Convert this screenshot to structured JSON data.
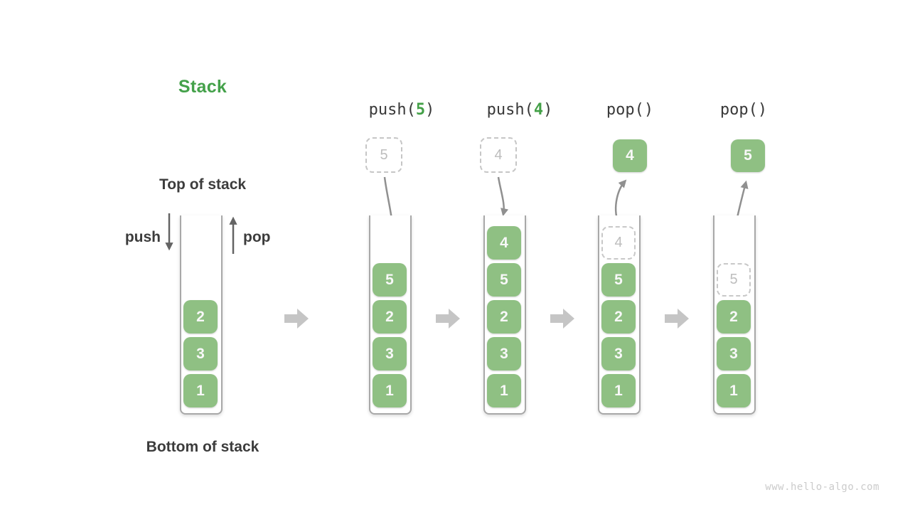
{
  "title": "Stack",
  "labels": {
    "top": "Top of stack",
    "bottom": "Bottom of stack",
    "push": "push",
    "pop": "pop"
  },
  "watermark": "www.hello-algo.com",
  "colors": {
    "item_green": "#8fc083",
    "accent_green": "#43a047",
    "dark_text": "#3c3c3c",
    "curve_arrow_gray": "#909090",
    "vertical_arrow_gray": "#646464",
    "block_arrow_gray": "#c5c5c5",
    "ghost_border": "#c8c8c8",
    "ghost_text": "#bdbdbd",
    "container_wall": "#a8a8a8"
  },
  "operations": [
    {
      "op": "push(",
      "arg": "5",
      "close": ")"
    },
    {
      "op": "push(",
      "arg": "4",
      "close": ")"
    },
    {
      "op": "pop(",
      "arg": "",
      "close": ")"
    },
    {
      "op": "pop(",
      "arg": "",
      "close": ")"
    }
  ],
  "columns": [
    {
      "name": "initial",
      "items": [
        {
          "v": "2"
        },
        {
          "v": "3"
        },
        {
          "v": "1"
        }
      ]
    },
    {
      "name": "after-push-5",
      "floating": {
        "style": "ghost",
        "v": "5"
      },
      "items": [
        {
          "v": "5"
        },
        {
          "v": "2"
        },
        {
          "v": "3"
        },
        {
          "v": "1"
        }
      ]
    },
    {
      "name": "after-push-4",
      "floating": {
        "style": "ghost",
        "v": "4"
      },
      "items": [
        {
          "v": "4"
        },
        {
          "v": "5"
        },
        {
          "v": "2"
        },
        {
          "v": "3"
        },
        {
          "v": "1"
        }
      ]
    },
    {
      "name": "after-pop-4",
      "floating": {
        "style": "popped",
        "v": "4"
      },
      "items": [
        {
          "v": "4",
          "ghost": true
        },
        {
          "v": "5"
        },
        {
          "v": "2"
        },
        {
          "v": "3"
        },
        {
          "v": "1"
        }
      ]
    },
    {
      "name": "after-pop-5",
      "floating": {
        "style": "popped",
        "v": "5"
      },
      "items": [
        {
          "v": "5",
          "ghost": true
        },
        {
          "v": "2"
        },
        {
          "v": "3"
        },
        {
          "v": "1"
        }
      ]
    }
  ]
}
